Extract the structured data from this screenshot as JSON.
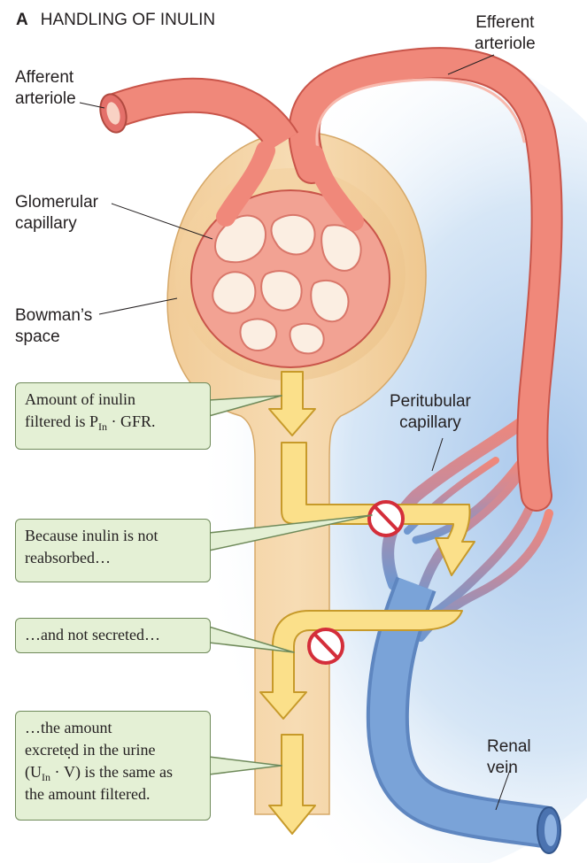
{
  "figure": {
    "letter": "A",
    "title": "HANDLING OF INULIN"
  },
  "labels": {
    "efferent_arteriole": [
      "Efferent",
      "arteriole"
    ],
    "afferent_arteriole": [
      "Afferent",
      "arteriole"
    ],
    "glomerular_capillary": [
      "Glomerular",
      "capillary"
    ],
    "bowmans_space": [
      "Bowman’s",
      "space"
    ],
    "peritubular_capillary": [
      "Peritubular",
      "capillary"
    ],
    "renal_vein": [
      "Renal",
      "vein"
    ]
  },
  "boxes": {
    "filtered": {
      "line1": "Amount of inulin",
      "line2_pre": "filtered is P",
      "line2_sub": "In",
      "line2_post": " · GFR."
    },
    "not_reabsorbed": {
      "line1": "Because inulin is not",
      "line2": "reabsorbed…"
    },
    "not_secreted": {
      "line1": "…and not secreted…"
    },
    "excreted": {
      "line1": "…the amount",
      "line2": "excreted in the urine",
      "line3_open": "(U",
      "line3_sub": "In",
      "line3_mid": " · ",
      "line3_v": "V",
      "line3_post": ") is the same as",
      "line4": "the amount filtered."
    }
  },
  "colors": {
    "artery": "#f0887a",
    "artery_dark": "#c9554a",
    "vein": "#6f97cf",
    "capsule": "#f3cc94",
    "tubule": "#f4d4a8",
    "arrow": "#fbe08a",
    "box_fill": "#e4f0d5",
    "box_border": "#6f8a5a",
    "block_red": "#d42e3a",
    "background_glow": "#b9d3ee"
  }
}
